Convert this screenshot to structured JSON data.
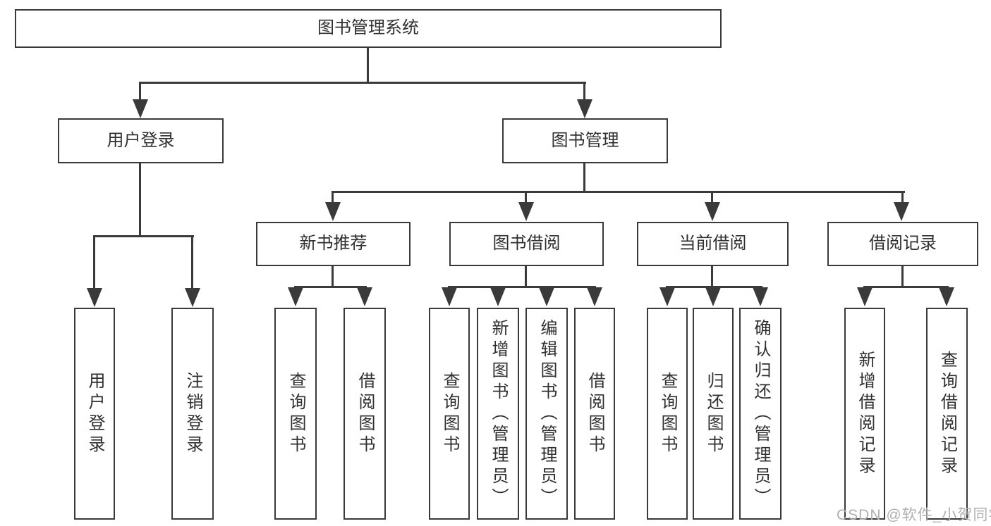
{
  "tree": {
    "root": {
      "label": "图书管理系统"
    },
    "branches": [
      {
        "label": "用户登录",
        "children": [
          {
            "label": "用户登录"
          },
          {
            "label": "注销登录"
          }
        ]
      },
      {
        "label": "图书管理",
        "groups": [
          {
            "label": "新书推荐",
            "children": [
              {
                "label": "查询图书"
              },
              {
                "label": "借阅图书"
              }
            ]
          },
          {
            "label": "图书借阅",
            "children": [
              {
                "label": "查询图书"
              },
              {
                "label": "新增图书（管理员）"
              },
              {
                "label": "编辑图书（管理员）"
              },
              {
                "label": "借阅图书"
              }
            ]
          },
          {
            "label": "当前借阅",
            "children": [
              {
                "label": "查询图书"
              },
              {
                "label": "归还图书"
              },
              {
                "label": "确认归还（管理员）"
              }
            ]
          },
          {
            "label": "借阅记录",
            "children": [
              {
                "label": "新增借阅记录"
              },
              {
                "label": "查询借阅记录"
              }
            ]
          }
        ]
      }
    ]
  },
  "watermark": {
    "text": "CSDN @软件_小贺同学"
  },
  "colors": {
    "line": "#3a3a3a",
    "text": "#2f2f2f",
    "watermark": "#b0b0b0",
    "background": "#ffffff"
  }
}
